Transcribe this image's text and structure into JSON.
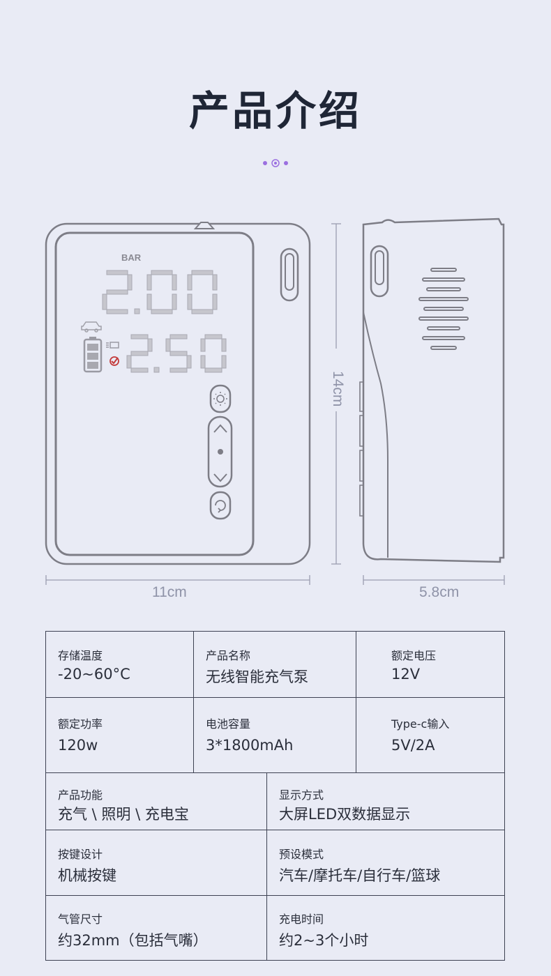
{
  "page": {
    "title": "产品介绍"
  },
  "device": {
    "display": {
      "unit_label": "BAR",
      "top_reading": "2.00",
      "bottom_reading": "2.50"
    }
  },
  "dimensions": {
    "width": "11cm",
    "height": "14cm",
    "depth": "5.8cm"
  },
  "specs": [
    [
      {
        "label": "存储温度",
        "value": "-20~60°C"
      },
      {
        "label": "产品名称",
        "value": "无线智能充气泵"
      },
      {
        "label": "额定电压",
        "value": "12V"
      }
    ],
    [
      {
        "label": "额定功率",
        "value": "120w"
      },
      {
        "label": "电池容量",
        "value": "3*1800mAh"
      },
      {
        "label": "Type-c输入",
        "value": "5V/2A"
      }
    ],
    [
      {
        "label": "产品功能",
        "value": "充气 \\  照明 \\ 充电宝"
      },
      {
        "label": "显示方式",
        "value": "大屏LED双数据显示"
      }
    ],
    [
      {
        "label": "按键设计",
        "value": "机械按键"
      },
      {
        "label": "预设模式",
        "value": "汽车/摩托车/自行车/篮球"
      }
    ],
    [
      {
        "label": "气管尺寸",
        "value": "约32mm（包括气嘴）"
      },
      {
        "label": "充电时间",
        "value": "约2~3个小时"
      }
    ]
  ],
  "colors": {
    "background": "#e9ebf5",
    "outline": "#7d7d86",
    "segment": "#c6c6cd",
    "accent_dots": "#9b6fe0",
    "check_icon": "#c33a3a"
  }
}
